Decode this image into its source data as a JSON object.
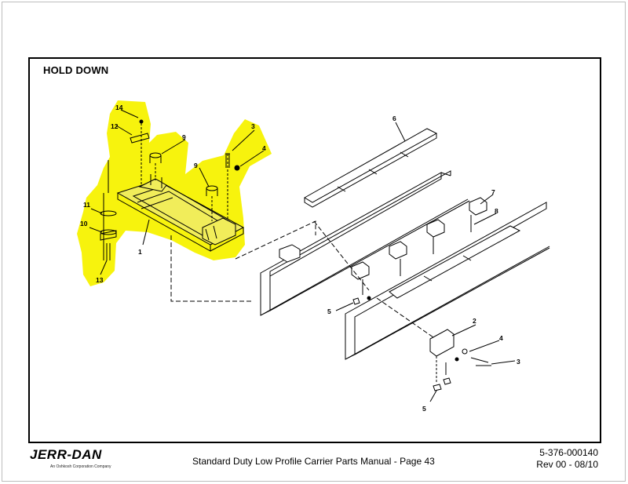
{
  "header": {
    "title": "HOLD DOWN"
  },
  "callouts": {
    "c1": "1",
    "c2": "2",
    "c3a": "3",
    "c3b": "3",
    "c4a": "4",
    "c4b": "4",
    "c5a": "5",
    "c5b": "5",
    "c6": "6",
    "c7": "7",
    "c8": "8",
    "c9a": "9",
    "c9b": "9",
    "c10": "10",
    "c11": "11",
    "c12": "12",
    "c13": "13",
    "c14": "14"
  },
  "highlight": {
    "color": "#f7f200"
  },
  "footer": {
    "logo": "JERR-DAN",
    "logo_tagline": "An Oshkosh Corporation Company",
    "manual_title": "Standard Duty Low Profile Carrier Parts Manual  -  Page 43",
    "doc_number": "5-376-000140",
    "revision": "Rev 00 - 08/10"
  }
}
